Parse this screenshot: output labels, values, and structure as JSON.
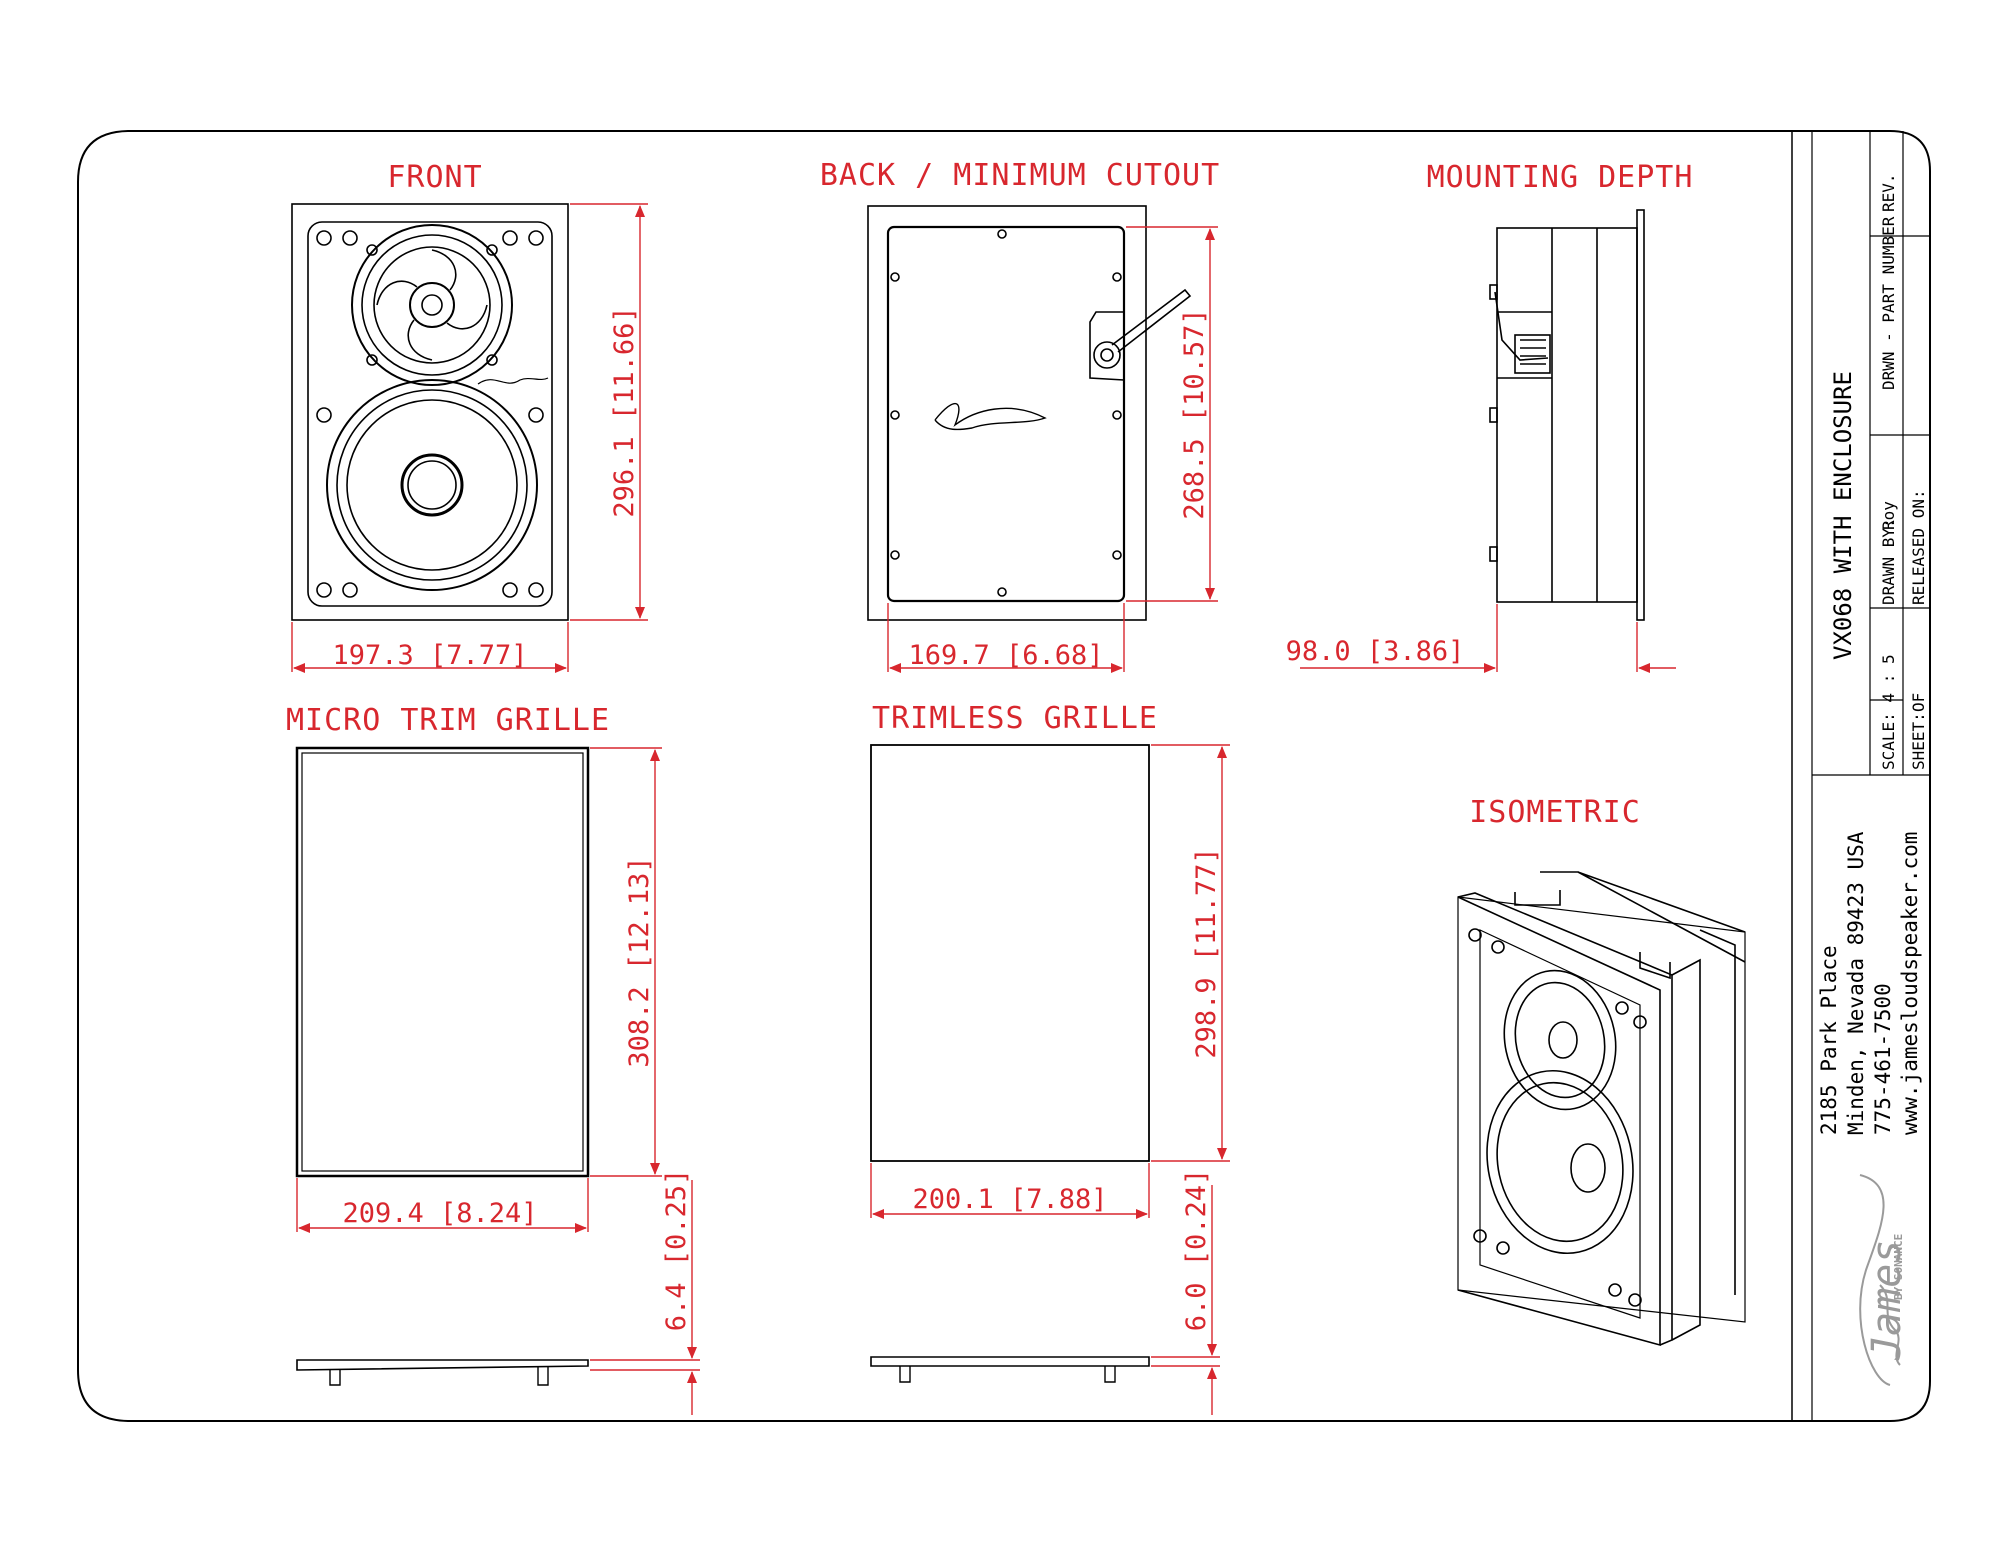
{
  "views": {
    "front": "FRONT",
    "back": "BACK / MINIMUM CUTOUT",
    "depth": "MOUNTING DEPTH",
    "micro": "MICRO TRIM GRILLE",
    "trimless": "TRIMLESS GRILLE",
    "iso": "ISOMETRIC"
  },
  "dims": {
    "front_w": "197.3 [7.77]",
    "front_h": "296.1 [11.66]",
    "back_w": "169.7 [6.68]",
    "back_h": "268.5 [10.57]",
    "depth": "98.0 [3.86]",
    "micro_w": "209.4 [8.24]",
    "micro_h": "308.2 [12.13]",
    "micro_t": "6.4 [0.25]",
    "trimless_w": "200.1 [7.88]",
    "trimless_h": "298.9 [11.77]",
    "trimless_t": "6.0 [0.24]"
  },
  "title_block": {
    "model": "VX068 WITH ENCLOSURE",
    "rev": "REV.",
    "part": "DRWN - PART NUMBER",
    "drawn_label": "DRAWN BY:",
    "drawn_by": "Roy",
    "released": "RELEASED ON:",
    "scale": "SCALE: 4 : 5",
    "sheet": "SHEET:",
    "sheet_of": "OF"
  },
  "address": {
    "line1": "2185 Park Place",
    "line2": "Minden, Nevada 89423 USA",
    "line3": "775-461-7500",
    "line4": "www.jamesloudspeaker.com"
  },
  "logo": {
    "script": "James",
    "sub": "BY SONANCE"
  }
}
